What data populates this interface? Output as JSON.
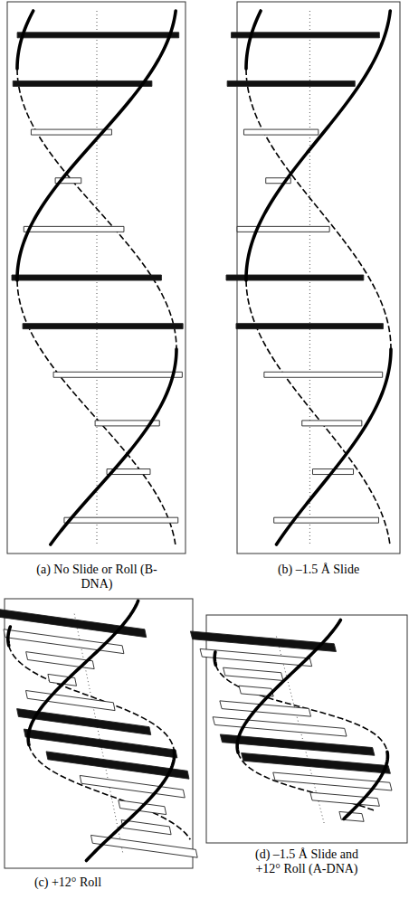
{
  "diagram": {
    "labels": [
      "(a) No Slide or Roll (B-DNA)",
      "(b) –1.5 Å Slide",
      "(c) +12° Roll",
      "(d) –1.5 Å Slide and +12° Roll (A-DNA)"
    ]
  }
}
